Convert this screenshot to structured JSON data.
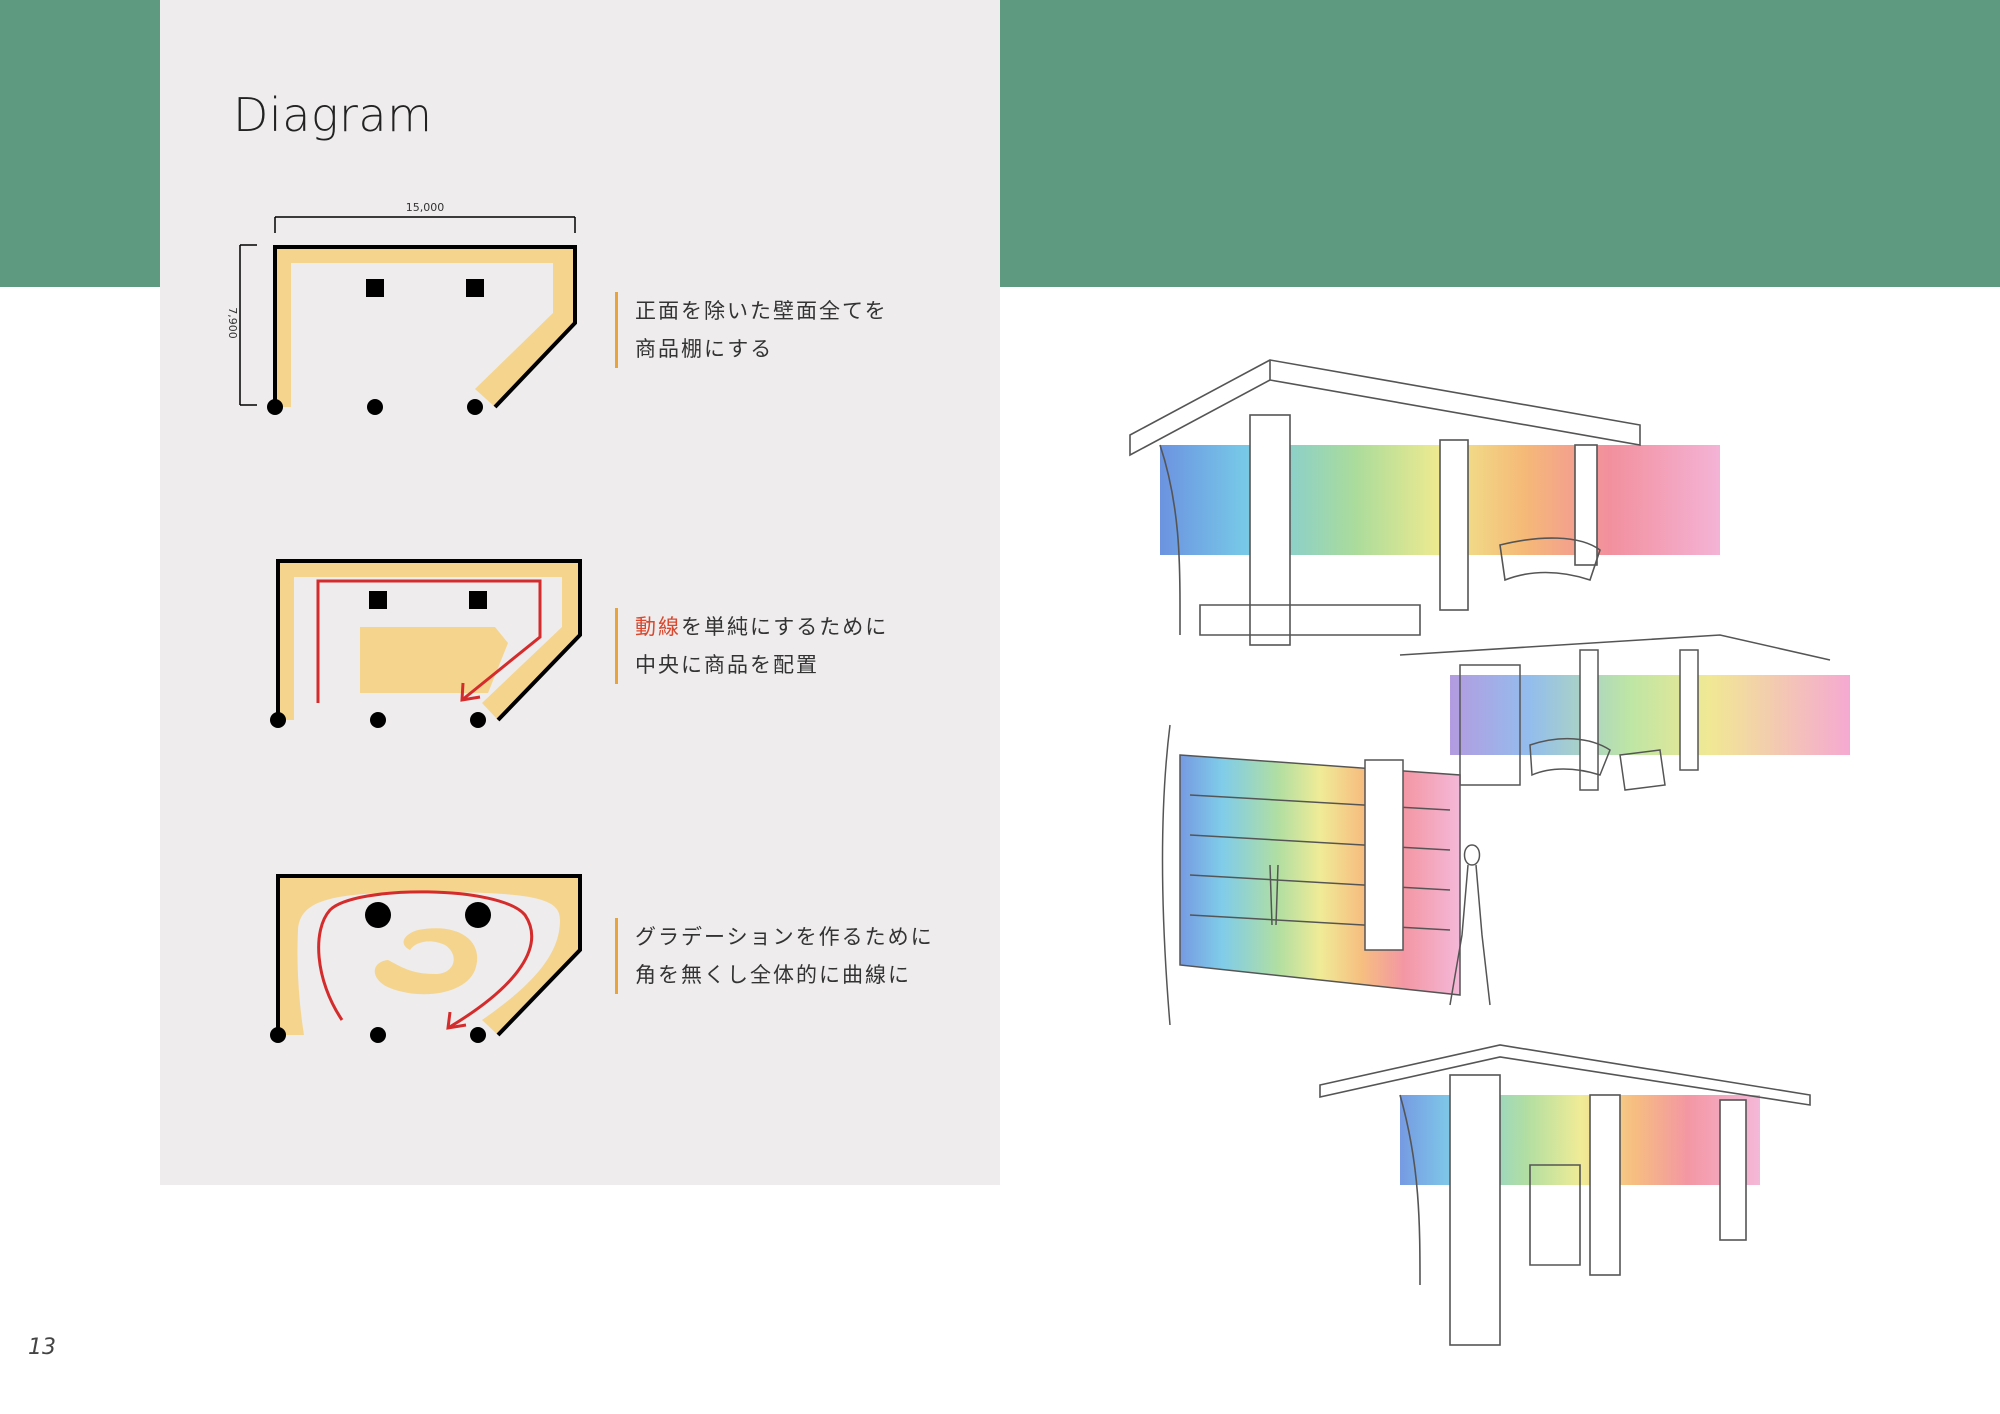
{
  "page": {
    "title": "Diagram",
    "page_number": "13"
  },
  "colors": {
    "green_band": "#5e9a80",
    "panel": "#eeecec",
    "shelf": "#f5d48e",
    "route": "#d42c2c",
    "accent_bar": "#e8a33a"
  },
  "dimensions": {
    "width": "15,000",
    "depth": "7,900"
  },
  "steps": [
    {
      "line1": "正面を除いた壁面全てを",
      "line2": "商品棚にする"
    },
    {
      "highlight": "動線",
      "line1_rest": "を単純にするために",
      "line2": "中央に商品を配置"
    },
    {
      "line1": "グラデーションを作るために",
      "line2": "角を無くし全体的に曲線に"
    }
  ]
}
